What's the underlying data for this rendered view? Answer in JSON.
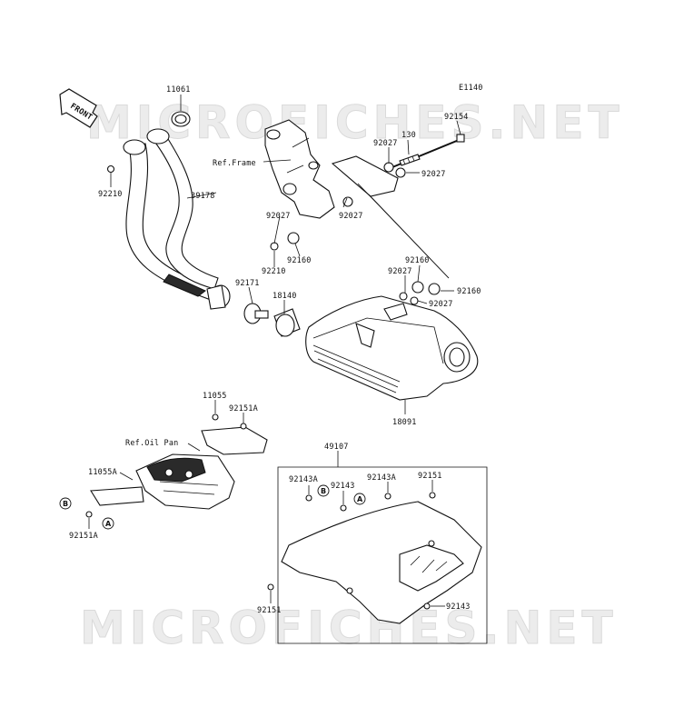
{
  "diagram_code": "E1140",
  "watermark": "MICROFICHES.NET",
  "front_label": "FRONT",
  "references": {
    "frame": "Ref.Frame",
    "oil_pan": "Ref.Oil Pan"
  },
  "callouts": {
    "A": "A",
    "B": "B"
  },
  "parts": {
    "p11061": "11061",
    "p92210_top": "92210",
    "p39178": "39178",
    "p92154": "92154",
    "p130": "130",
    "p92027_a": "92027",
    "p92027_b": "92027",
    "p92027_c": "92027",
    "p92027_d": "92027",
    "p92027_e": "92027",
    "p92027_f": "92027",
    "p92210_mid": "92210",
    "p92160_a": "92160",
    "p92160_b": "92160",
    "p92160_c": "92160",
    "p92171": "92171",
    "p18140": "18140",
    "p18091": "18091",
    "p11055": "11055",
    "p92151A_top": "92151A",
    "p11055A": "11055A",
    "p92151A_bot": "92151A",
    "p49107": "49107",
    "p92143A_a": "92143A",
    "p92143A_b": "92143A",
    "p92143_a": "92143",
    "p92143_b": "92143",
    "p92151_a": "92151",
    "p92151_b": "92151"
  }
}
